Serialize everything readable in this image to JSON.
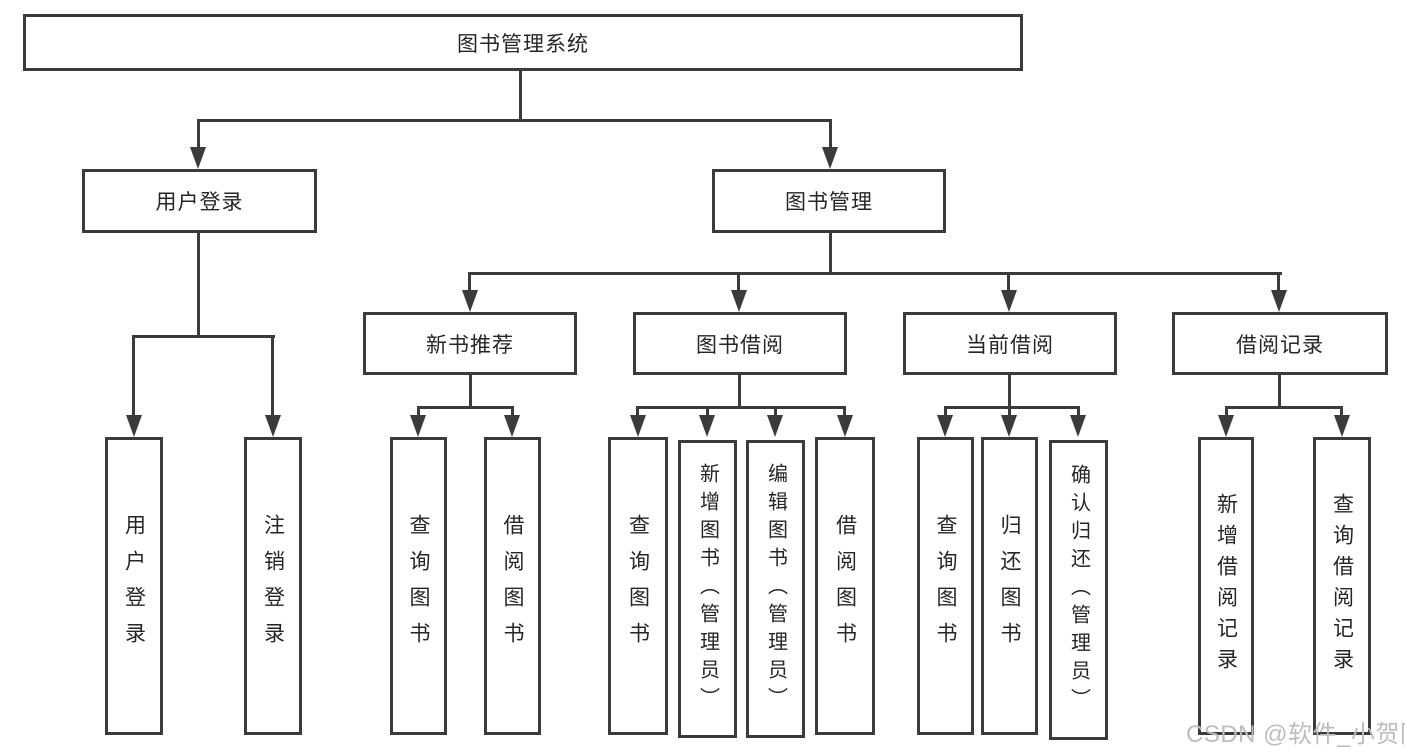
{
  "diagram": {
    "root": {
      "label": "图书管理系统"
    },
    "level2": {
      "user_login": {
        "label": "用户登录"
      },
      "book_management": {
        "label": "图书管理"
      }
    },
    "level3": {
      "new_book_recommend": {
        "label": "新书推荐"
      },
      "book_borrow": {
        "label": "图书借阅"
      },
      "current_borrow": {
        "label": "当前借阅"
      },
      "borrow_records": {
        "label": "借阅记录"
      }
    },
    "leaves": {
      "user_login": [
        "用户登录",
        "注销登录"
      ],
      "new_book_recommend": [
        "查询图书",
        "借阅图书"
      ],
      "book_borrow": [
        "查询图书",
        "新增图书（管理员）",
        "编辑图书（管理员）",
        "借阅图书"
      ],
      "current_borrow": [
        "查询图书",
        "归还图书",
        "确认归还（管理员）"
      ],
      "borrow_records": [
        "新增借阅记录",
        "查询借阅记录"
      ]
    },
    "watermark": "CSDN @软件_小贺同学",
    "colors": {
      "line": "#3b3b3b",
      "text": "#262626",
      "background": "#ffffff",
      "watermark": "#bdbdbd"
    }
  }
}
